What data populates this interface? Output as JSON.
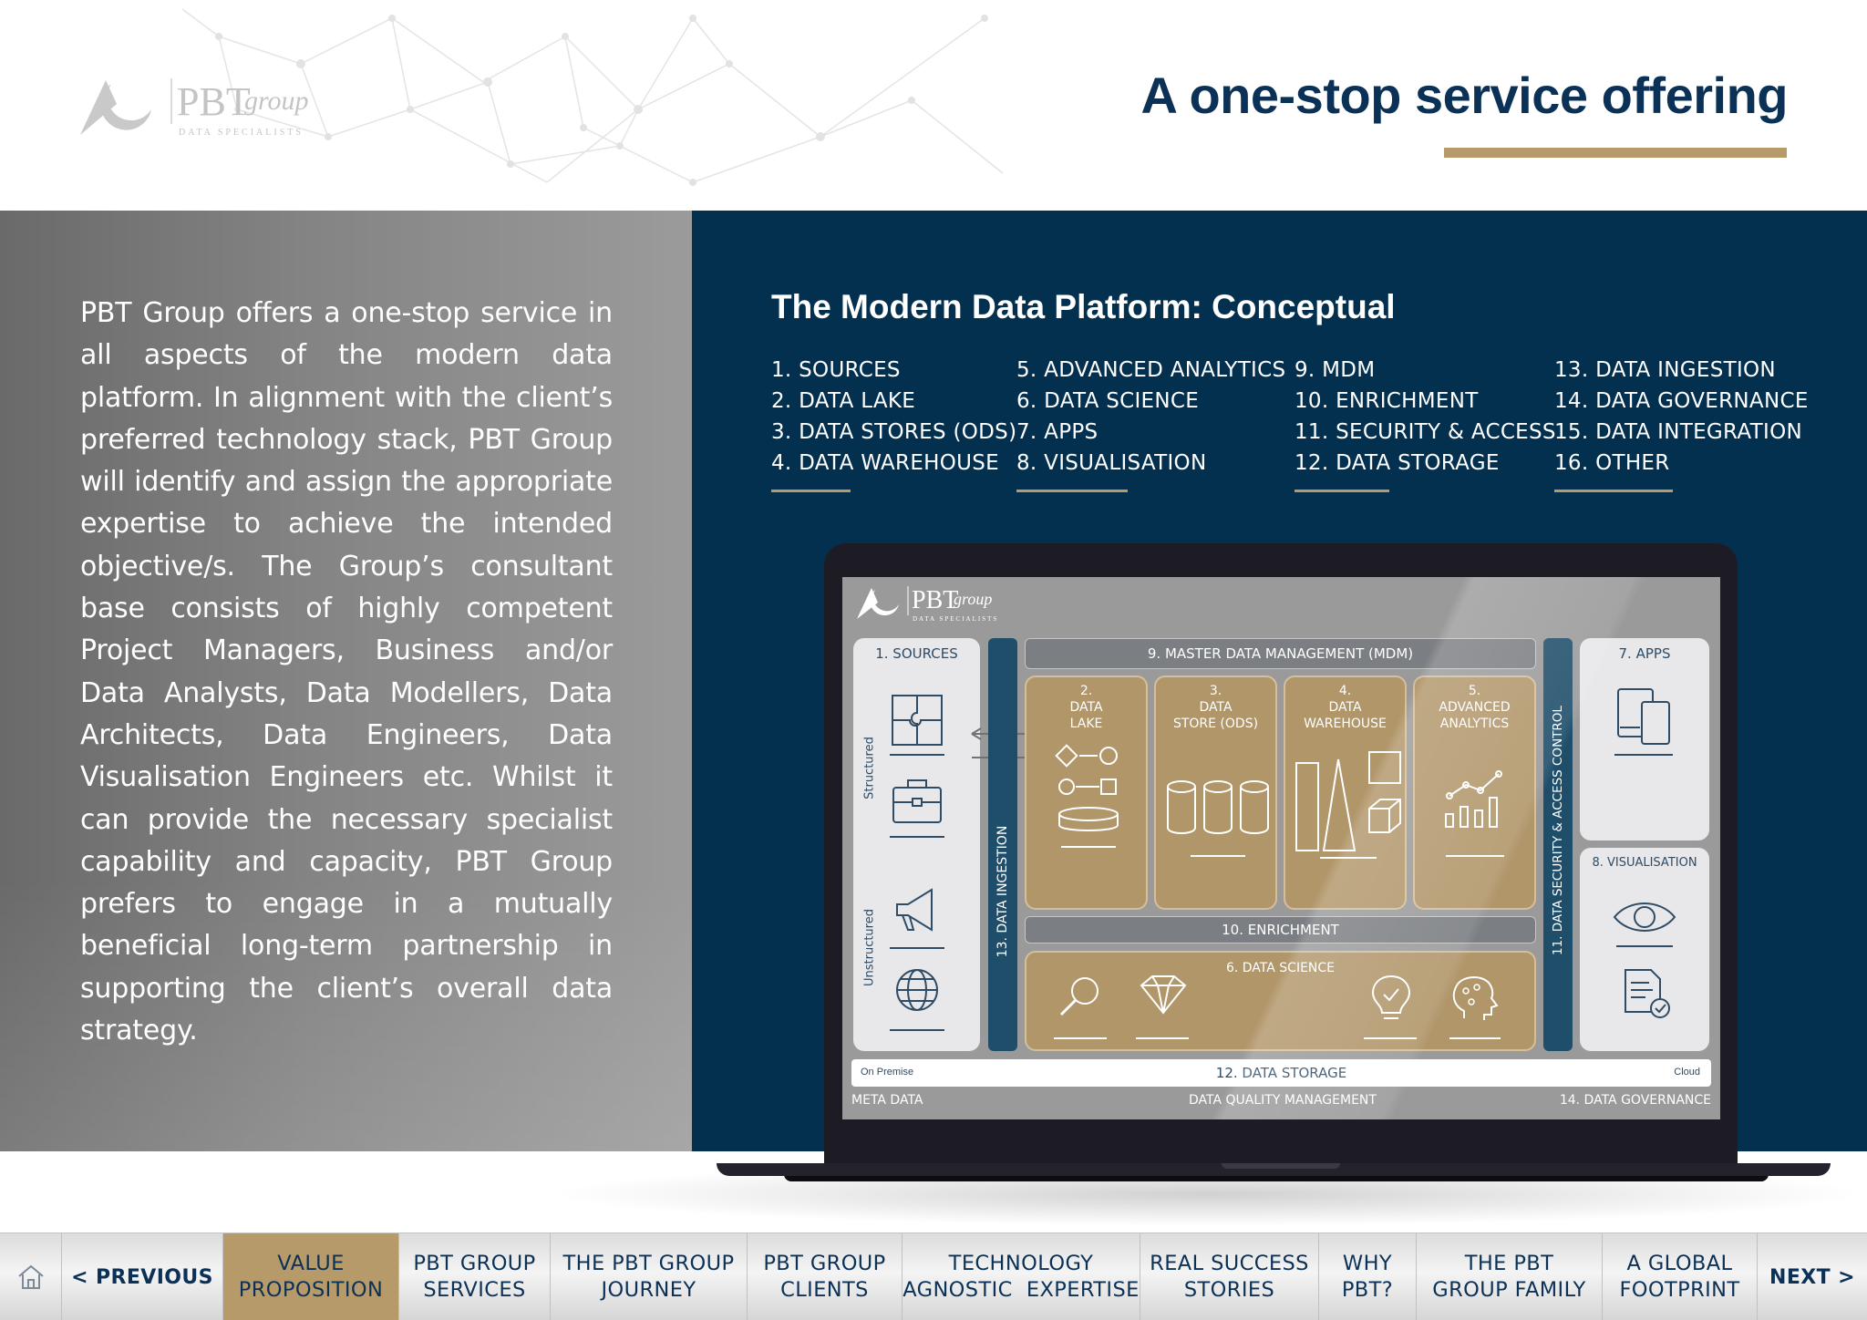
{
  "header": {
    "title": "A one-stop service offering",
    "logo": {
      "name": "PBT",
      "script": "group",
      "tagline": "DATA SPECIALISTS"
    }
  },
  "intro": {
    "paragraph": "PBT Group offers a one-stop service in all aspects of the modern data platform. In alignment with the client’s preferred technology stack, PBT Group will identify and assign the appropriate expertise to achieve the intended objective/s. The Group’s consultant base consists of highly competent Project Managers, Business and/or Data Analysts, Data Modellers, Data Architects, Data Engineers, Data Visualisation Engineers etc. Whilst it can provide the necessary specialist capability and capacity, PBT Group prefers to engage in a mutually beneficial long-term partnership in supporting the client’s overall data strategy."
  },
  "platform": {
    "title": "The Modern Data Platform: Conceptual",
    "legend_columns": [
      [
        "1. SOURCES",
        "2. DATA LAKE",
        "3. DATA STORES (ODS)",
        "4. DATA WAREHOUSE"
      ],
      [
        "5. ADVANCED ANALYTICS",
        "6. DATA SCIENCE",
        "7. APPS",
        "8. VISUALISATION"
      ],
      [
        "9. MDM",
        "10. ENRICHMENT",
        "11. SECURITY & ACCESS",
        "12. DATA STORAGE"
      ],
      [
        "13. DATA INGESTION",
        "14. DATA GOVERNANCE",
        "15. DATA INTEGRATION",
        "16. OTHER"
      ]
    ],
    "accent_color": "#b79a6a",
    "navy_color": "#04304f"
  },
  "diagram": {
    "logo_name": "PBT",
    "logo_script": "group",
    "logo_tagline": "DATA SPECIALISTS",
    "sources": "1. SOURCES",
    "structured": "Structured",
    "unstructured": "Unstructured",
    "ingestion": "13. DATA INGESTION",
    "mdm": "9. MASTER DATA MANAGEMENT (MDM)",
    "lake": [
      "2.",
      "DATA",
      "LAKE"
    ],
    "store": [
      "3.",
      "DATA",
      "STORE (ODS)"
    ],
    "warehouse": [
      "4.",
      "DATA",
      "WAREHOUSE"
    ],
    "analytics": [
      "5.",
      "ADVANCED",
      "ANALYTICS"
    ],
    "enrichment": "10. ENRICHMENT",
    "science": "6. DATA SCIENCE",
    "security": "11. DATA SECURITY & ACCESS CONTROL",
    "apps": "7. APPS",
    "visualisation": "8. VISUALISATION",
    "storage_left": "On Premise",
    "storage": "12. DATA STORAGE",
    "storage_right": "Cloud",
    "meta": "META DATA",
    "quality": "DATA QUALITY MANAGEMENT",
    "governance": "14. DATA GOVERNANCE"
  },
  "footer": {
    "home_icon": "home-icon",
    "items": [
      {
        "label": "< PREVIOUS"
      },
      {
        "line1": "VALUE",
        "line2": "PROPOSITION"
      },
      {
        "line1": "PBT GROUP",
        "line2": "SERVICES"
      },
      {
        "line1": "THE PBT GROUP",
        "line2": "JOURNEY"
      },
      {
        "line1": "PBT GROUP",
        "line2": "CLIENTS"
      },
      {
        "line1": "TECHNOLOGY",
        "line2": "AGNOSTIC  EXPERTISE"
      },
      {
        "line1": "REAL SUCCESS",
        "line2": "STORIES"
      },
      {
        "line1": "WHY",
        "line2": "PBT?"
      },
      {
        "line1": "THE PBT",
        "line2": "GROUP FAMILY"
      },
      {
        "line1": "A GLOBAL",
        "line2": "FOOTPRINT"
      },
      {
        "label": "NEXT >"
      }
    ]
  }
}
